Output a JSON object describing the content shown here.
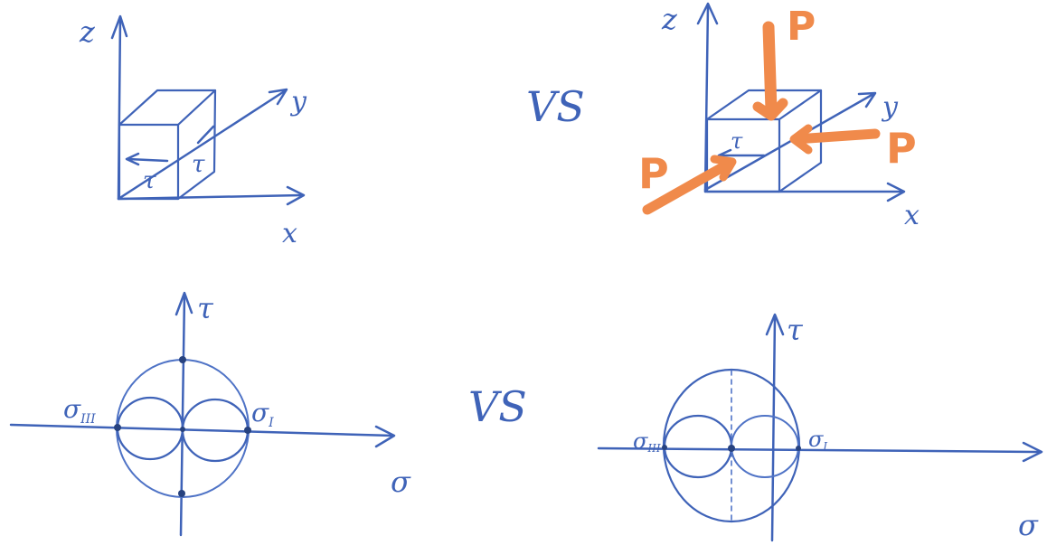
{
  "colors": {
    "ink_blue": "#3f63b8",
    "ink_orange": "#f08a4b",
    "background": "#ffffff"
  },
  "top_left": {
    "axis_z": "z",
    "axis_y": "y",
    "axis_x": "x",
    "label_tau_front": "τ",
    "label_tau_side": "τ"
  },
  "top_right": {
    "axis_z": "z",
    "axis_y": "y",
    "axis_x": "x",
    "label_tau": "τ",
    "load_top": "P",
    "load_left": "P",
    "load_right": "P"
  },
  "vs_top": "VS",
  "vs_bottom": "VS",
  "bottom_left": {
    "axis_tau": "τ",
    "axis_sigma": "σ",
    "label_sigma3": "σ",
    "label_sigma3_sub": "III",
    "label_sigma1": "σ",
    "label_sigma1_sub": "I"
  },
  "bottom_right": {
    "axis_tau": "τ",
    "axis_sigma": "σ",
    "label_sigma3": "σ",
    "label_sigma3_sub": "III",
    "label_sigma1": "σ",
    "label_sigma1_sub": "I"
  }
}
